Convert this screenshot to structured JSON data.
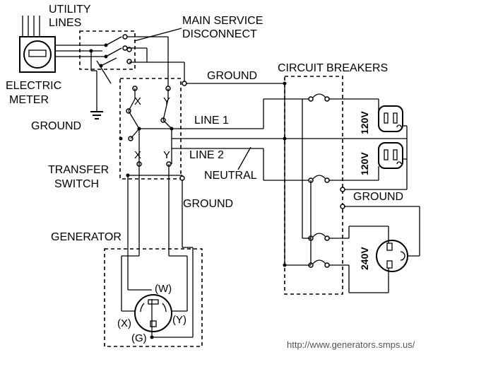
{
  "labels": {
    "utility_lines_1": "UTILITY",
    "utility_lines_2": "LINES",
    "main_service_1": "MAIN SERVICE",
    "main_service_2": "DISCONNECT",
    "electric_meter_1": "ELECTRIC",
    "electric_meter_2": "METER",
    "ground_left": "GROUND",
    "ground_top": "GROUND",
    "circuit_breakers": "CIRCUIT BREAKERS",
    "line1": "LINE 1",
    "line2": "LINE 2",
    "neutral": "NEUTRAL",
    "transfer_switch_1": "TRANSFER",
    "transfer_switch_2": "SWITCH",
    "ground_right": "GROUND",
    "ground_gen": "GROUND",
    "generator": "GENERATOR",
    "x_top": "X",
    "y_top": "Y",
    "x_bottom": "X",
    "y_bottom": "Y",
    "w_term": "(W)",
    "x_term": "(X)",
    "y_term": "(Y)",
    "g_term": "(G)",
    "v120_a": "120V",
    "v120_b": "120V",
    "v240": "240V",
    "url": "http://www.generators.smps.us/"
  }
}
